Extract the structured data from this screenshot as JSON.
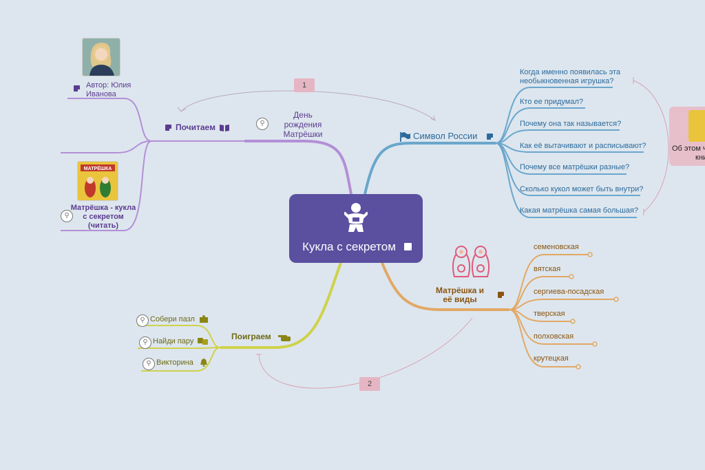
{
  "central": {
    "title": "Кукла с секретом"
  },
  "branches": {
    "read": {
      "title": "Почитаем",
      "author": "Автор: Юлия Иванова",
      "author_line1": "Автор: Юлия",
      "author_line2": "Иванова",
      "book_line1": "Матрёшка - кукла",
      "book_line2": "с секретом",
      "book_line3": "(читать)",
      "book_cover_text": "МАТРЁШКА"
    },
    "birthday": {
      "line1": "День",
      "line2": "рождения",
      "line3": "Матрёшки"
    },
    "symbol": {
      "title": "Символ России",
      "questions": [
        "Когда именно появилась эта",
        "необыкновенная игрушка?",
        "Кто ее придумал?",
        "Почему она так называется?",
        "Как её вытачивают и расписывают?",
        "Почему все матрёшки разные?",
        "Сколько кукол может быть внутри?",
        "Какая матрёшка самая большая?"
      ],
      "side_card_line1": "Об этом ч",
      "side_card_line2": "кни"
    },
    "kinds": {
      "title_line1": "Матрёшка и",
      "title_line2": "её виды",
      "items": [
        "семеновская",
        "вятская",
        "сергиева-посадская",
        "тверская",
        "полховская",
        "крутецкая"
      ]
    },
    "play": {
      "title": "Поиграем",
      "items": [
        "Собери пазл",
        "Найди пару",
        "Викторина"
      ]
    }
  },
  "badges": [
    "1",
    "2"
  ],
  "colors": {
    "background": "#dde6ee",
    "central": "#5b4fa0",
    "purple_branch": "#b38fd6",
    "blue_branch": "#6aa6cc",
    "orange_branch": "#e2a865",
    "yellow_branch": "#cfd24a",
    "relation": "#d9a0b5",
    "badge": "#e6b5c3"
  },
  "icons": {
    "central": "baby-icon",
    "read": "book-icon",
    "birthday": "link-icon",
    "symbol": "flag-icon",
    "kinds": "matryoshka-icon",
    "play": "hand-pointer-icon",
    "puzzle": "puzzle-icon",
    "pair": "dice-icon",
    "quiz": "bell-icon",
    "note": "note-icon"
  }
}
